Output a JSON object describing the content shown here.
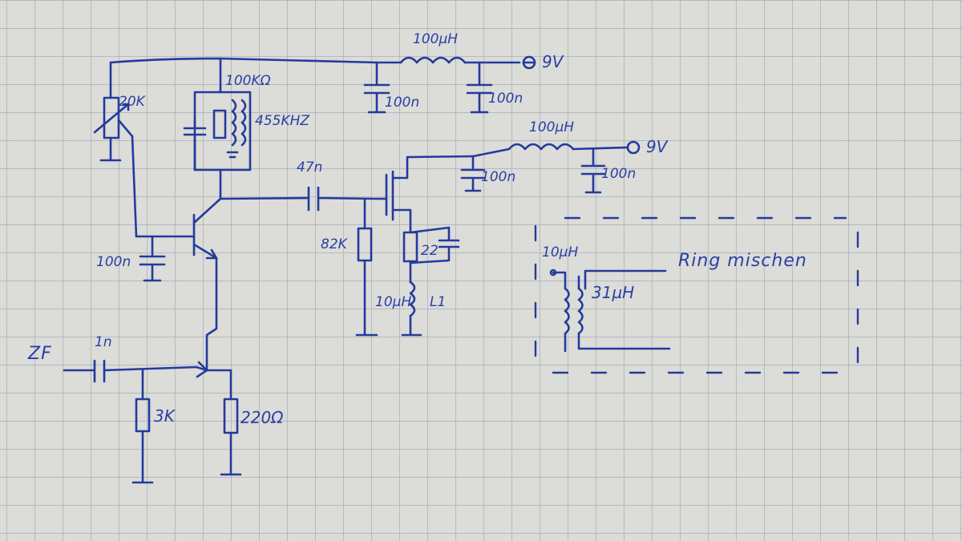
{
  "labels": {
    "trim_pot": "20K",
    "tank_resistor": "100KΩ",
    "if_filter": "455KHZ",
    "c_supply_1": "100n",
    "c_supply_2": "100n",
    "choke_1": "100µH",
    "supply_1": "9V",
    "c_coupling": "47n",
    "choke_2": "100µH",
    "supply_2": "9V",
    "c_supply_3": "100n",
    "c_supply_4": "100n",
    "r_gate": "82K",
    "r_source": "22",
    "choke_source": "10µH",
    "coil_l1": "L1",
    "c_base": "100n",
    "input_label": "ZF",
    "c_input": "1n",
    "r_input": "3K",
    "r_emitter": "220Ω",
    "ring_primary": "10µH",
    "ring_secondary": "31µH",
    "ring_title": "Ring mischen"
  }
}
